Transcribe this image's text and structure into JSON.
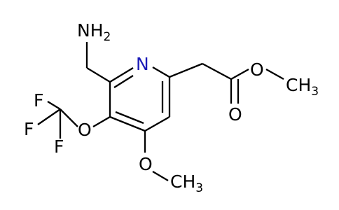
{
  "molecule": {
    "atoms": {
      "amine_group": {
        "main": "NH",
        "subscript": "2"
      },
      "ring_nitrogen": "N",
      "carbonyl_oxygen": "O",
      "ester_oxygen": "O",
      "ester_methyl": {
        "main": "CH",
        "subscript": "3"
      },
      "trifluoromethoxy_oxygen": "O",
      "fluorine_top": "F",
      "fluorine_middle": "F",
      "fluorine_bottom": "F",
      "methoxy_oxygen": "O",
      "methoxy_methyl": {
        "main": "CH",
        "subscript": "3"
      }
    },
    "colors": {
      "bond": "#000000",
      "nitrogen": "#1a1ab8",
      "text": "#000000",
      "background": "#ffffff"
    }
  }
}
